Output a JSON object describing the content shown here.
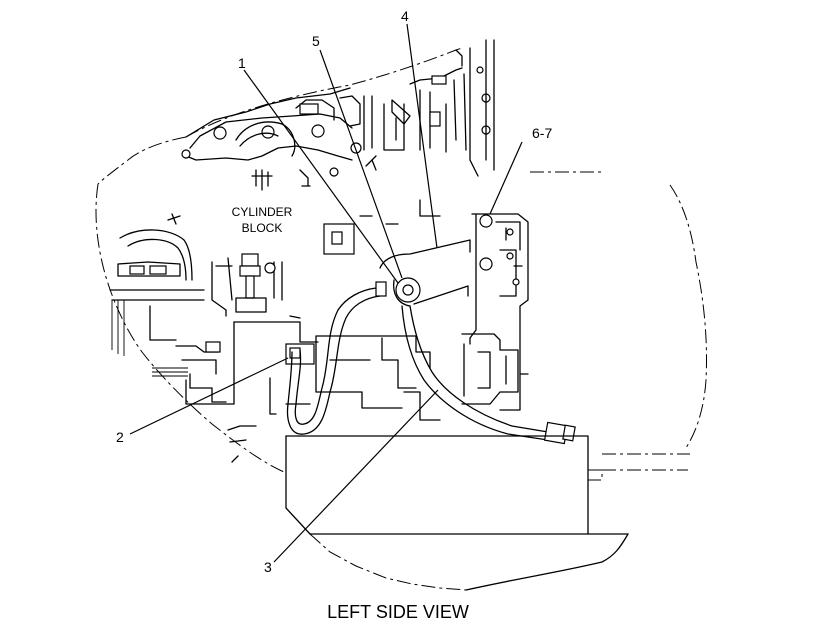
{
  "caption": "LEFT SIDE VIEW",
  "block_label": {
    "line1": "CYLINDER",
    "line2": "BLOCK"
  },
  "callouts": {
    "c1": "1",
    "c2": "2",
    "c3": "3",
    "c4": "4",
    "c5": "5",
    "c67": "6-7"
  }
}
